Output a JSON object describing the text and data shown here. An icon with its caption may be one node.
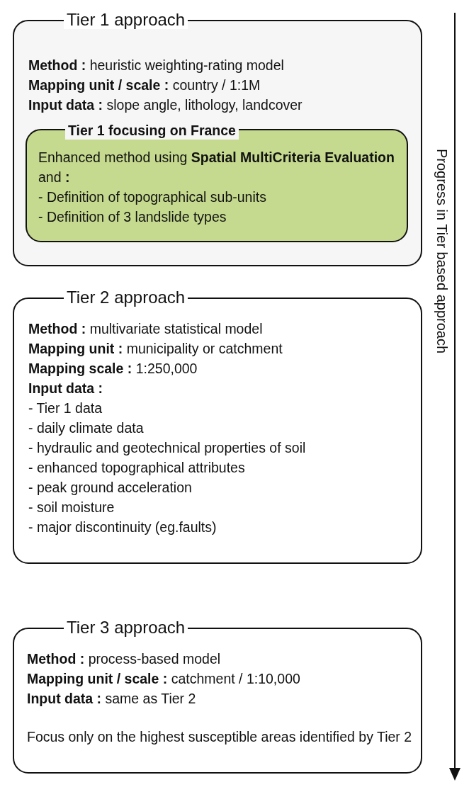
{
  "diagram": {
    "nodes": [
      {
        "text": [
          "Tier 1 approach",
          "**Method :** heuristic weighting-rating model",
          "**Mapping unit / scale :** country / 1:1M",
          "**Input data :** slope angle, lithology, landcover"
        ]
      },
      {
        "text": [
          "Tier 1 focusing on France",
          "Enhanced method using **Spatial MultiCriteria Evaluation** and **:**",
          "- Definition of topographical sub-units",
          "- Definition of 3 landslide types"
        ],
        "in": 0
      },
      {
        "text": [
          "Tier 2 approach",
          "**Method :** multivariate statistical model",
          "**Mapping unit :** municipality or catchment",
          "**Mapping scale :** 1:250,000",
          "**Input data :**",
          "- Tier 1 data",
          "- daily climate data",
          "- hydraulic and geotechnical properties of soil",
          "- enhanced topographical attributes",
          "- peak ground acceleration",
          "- soil moisture",
          "- major discontinuity (eg.faults)"
        ]
      },
      {
        "text": [
          "Tier 3 approach",
          "**Method :** process-based model",
          "**Mapping unit / scale :** catchment / 1:10,000",
          "**Input data :** same as Tier 2",
          "Focus only on the highest susceptible areas identified by Tier 2"
        ]
      }
    ],
    "labels": [
      "Progress in Tier based approach"
    ]
  }
}
